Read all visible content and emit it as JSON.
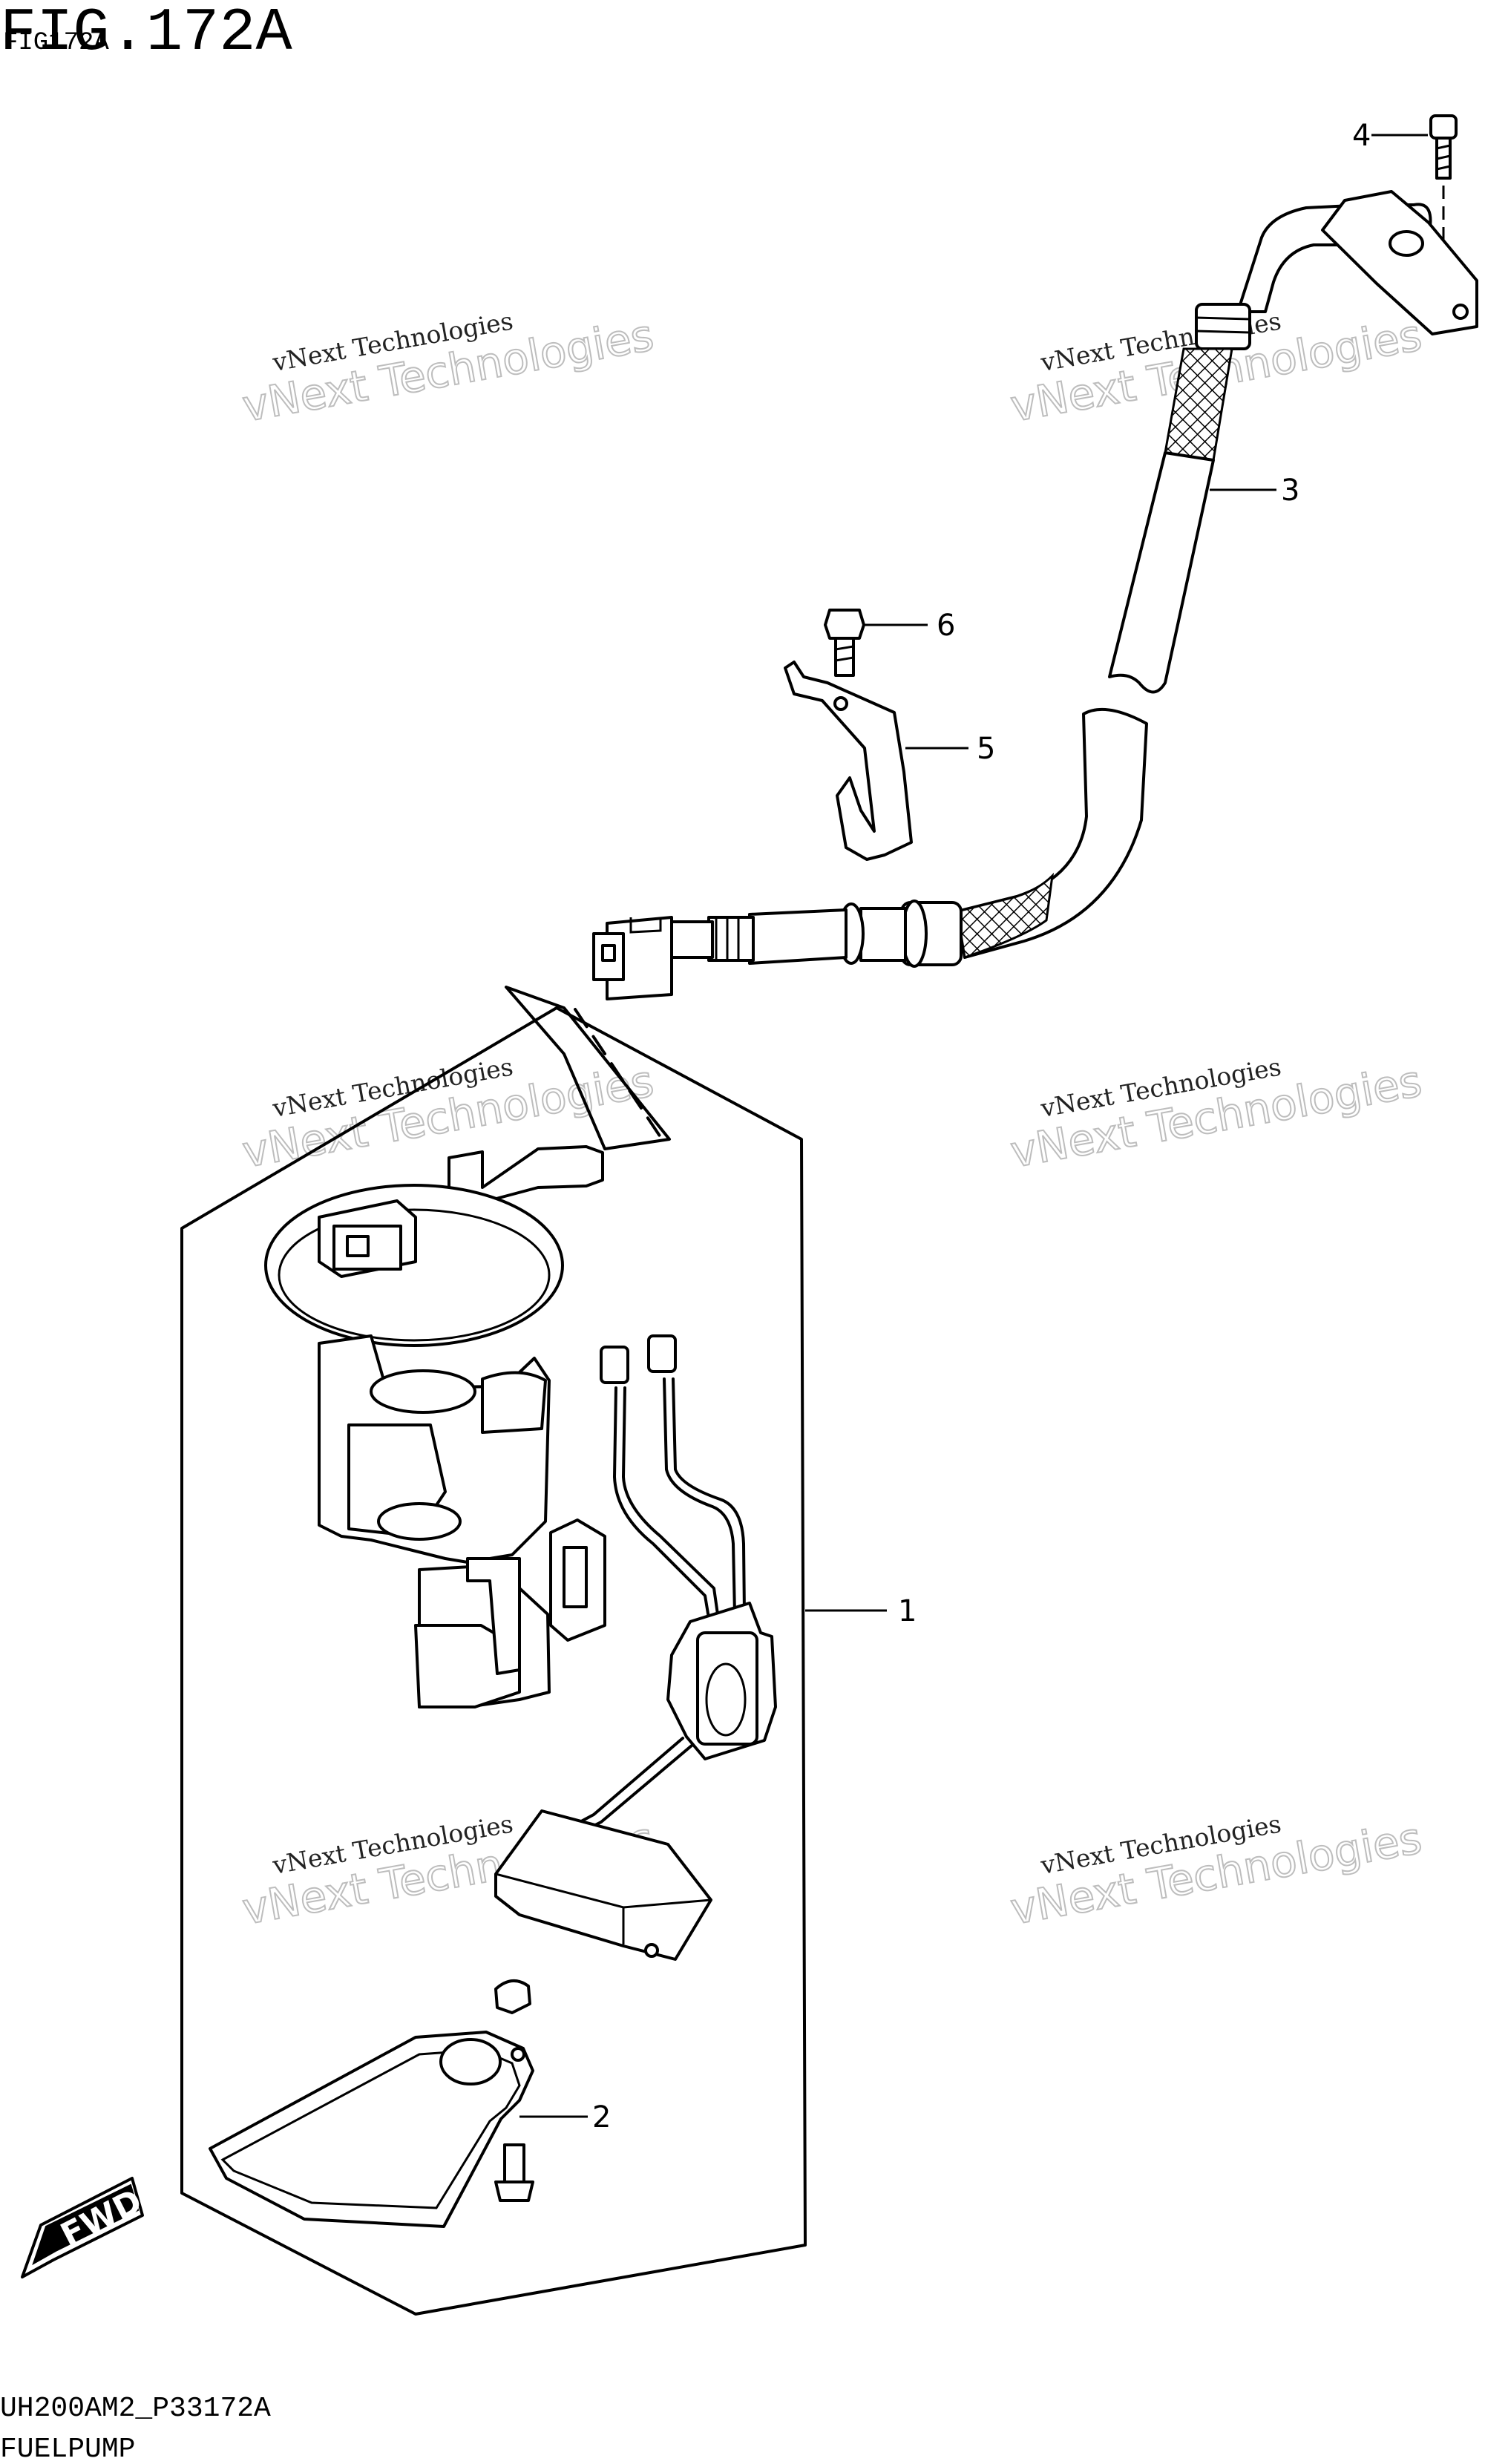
{
  "header": {
    "title": "FIG.172A",
    "overlay_code": "FIG172A"
  },
  "footer": {
    "code": "UH200AM2_P33172A",
    "name": "FUELPUMP"
  },
  "watermark": {
    "line1": "vNext Technologies",
    "line2": "vNext Technologies"
  },
  "callouts": [
    "1",
    "2",
    "3",
    "4",
    "5",
    "6"
  ],
  "fwd_label": "FWD"
}
